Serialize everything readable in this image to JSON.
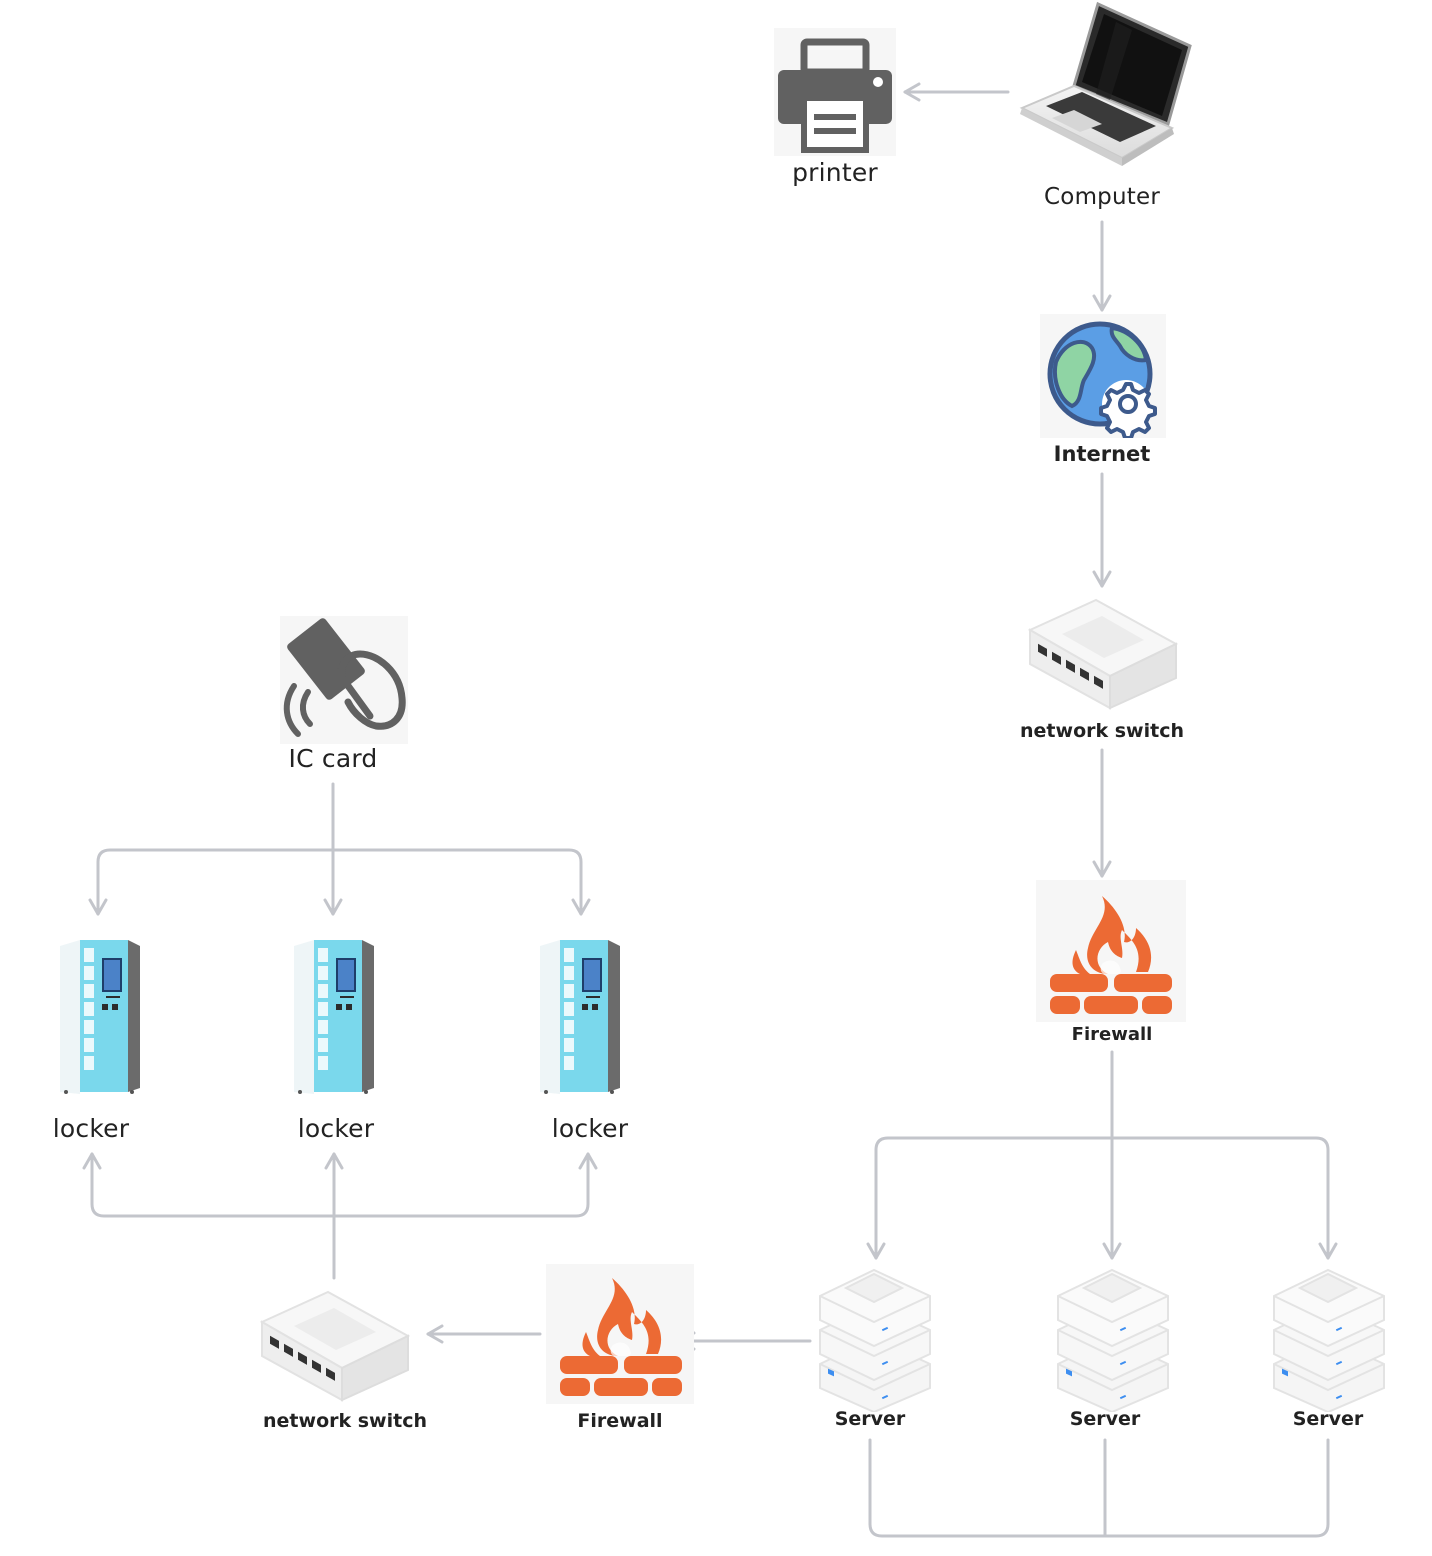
{
  "nodes": {
    "printer": {
      "label": "printer",
      "icon": "printer-icon"
    },
    "computer": {
      "label": "Computer",
      "icon": "laptop-icon"
    },
    "internet": {
      "label": "Internet",
      "icon": "globe-gear-icon"
    },
    "switch_top": {
      "label": "network switch",
      "icon": "network-switch-icon"
    },
    "firewall_top": {
      "label": "Firewall",
      "icon": "firewall-icon"
    },
    "server_1": {
      "label": "Server",
      "icon": "server-icon"
    },
    "server_2": {
      "label": "Server",
      "icon": "server-icon"
    },
    "server_3": {
      "label": "Server",
      "icon": "server-icon"
    },
    "firewall_bottom": {
      "label": "Firewall",
      "icon": "firewall-icon"
    },
    "switch_bottom": {
      "label": "network switch",
      "icon": "network-switch-icon"
    },
    "ic_card": {
      "label": "IC card",
      "icon": "card-tap-icon"
    },
    "locker_1": {
      "label": "locker",
      "icon": "locker-icon"
    },
    "locker_2": {
      "label": "locker",
      "icon": "locker-icon"
    },
    "locker_3": {
      "label": "locker",
      "icon": "locker-icon"
    }
  },
  "connections": [
    {
      "from": "computer",
      "to": "printer"
    },
    {
      "from": "computer",
      "to": "internet"
    },
    {
      "from": "internet",
      "to": "switch_top"
    },
    {
      "from": "switch_top",
      "to": "firewall_top"
    },
    {
      "from": "firewall_top",
      "to": "server_1"
    },
    {
      "from": "firewall_top",
      "to": "server_2"
    },
    {
      "from": "firewall_top",
      "to": "server_3"
    },
    {
      "from": "server_1",
      "to": "firewall_bottom"
    },
    {
      "from": "firewall_bottom",
      "to": "switch_bottom"
    },
    {
      "from": "switch_bottom",
      "to": "locker_1"
    },
    {
      "from": "switch_bottom",
      "to": "locker_2"
    },
    {
      "from": "switch_bottom",
      "to": "locker_3"
    },
    {
      "from": "ic_card",
      "to": "locker_1"
    },
    {
      "from": "ic_card",
      "to": "locker_2"
    },
    {
      "from": "ic_card",
      "to": "locker_3"
    },
    {
      "from": "server_1",
      "to": "server_2"
    },
    {
      "from": "server_2",
      "to": "server_3"
    }
  ],
  "colors": {
    "connector": "#c3c5cb",
    "firewall": "#ec6a34",
    "locker_panel": "#7ad8ec",
    "globe_ocean": "#5b9ee5",
    "globe_land": "#8fd4a4",
    "icon_gray": "#616161"
  }
}
